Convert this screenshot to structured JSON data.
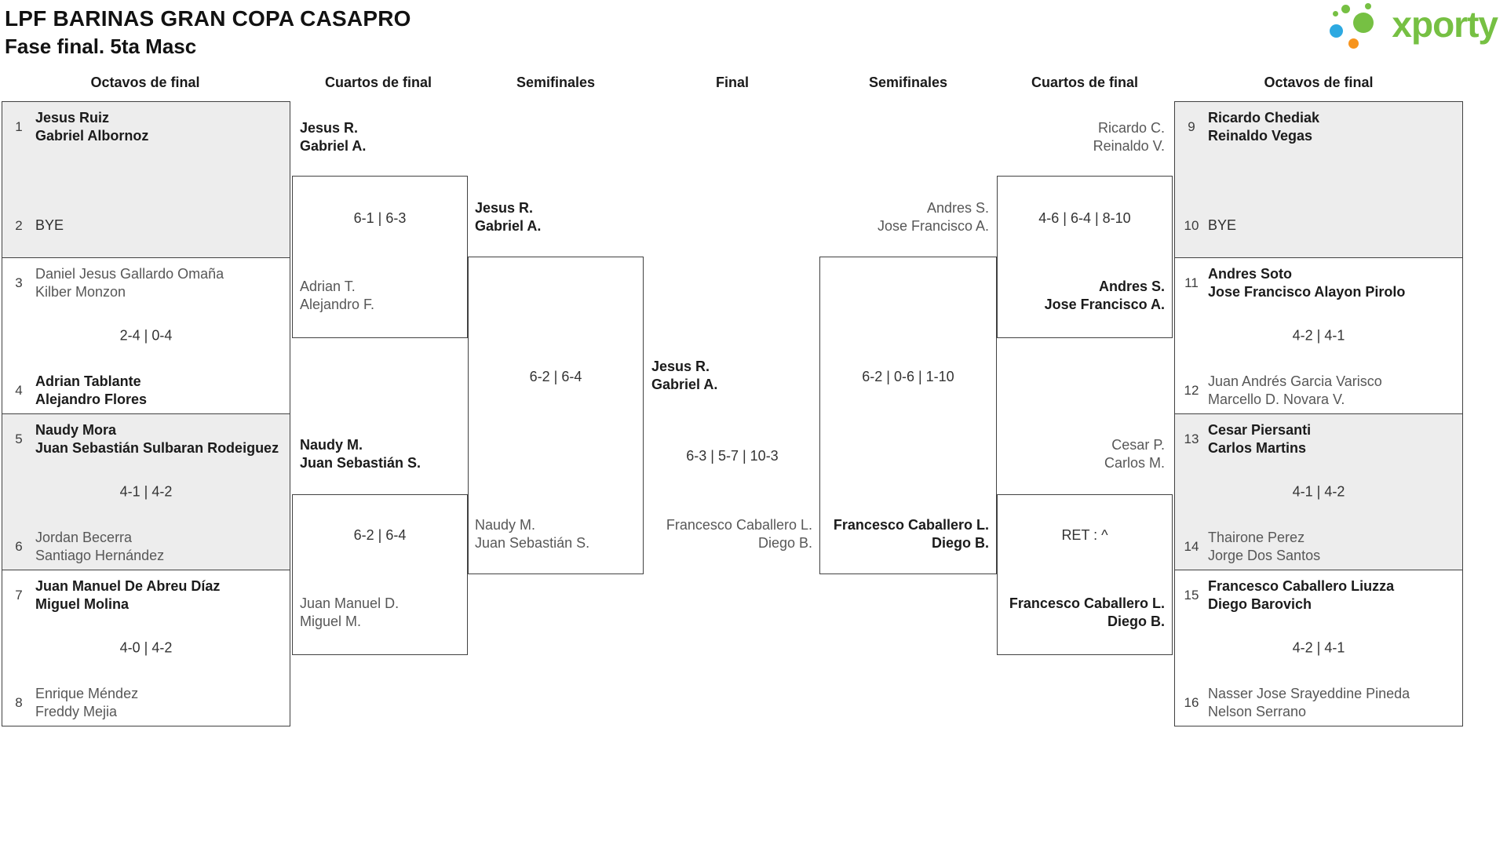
{
  "header": {
    "title": "LPF BARINAS GRAN COPA CASAPRO",
    "subtitle": "Fase final. 5ta Masc",
    "brand": "xporty"
  },
  "colors": {
    "brand_green": "#76c043",
    "brand_blue": "#2da9e1",
    "brand_orange": "#f7941d",
    "shaded_box": "#ededed",
    "border": "#414141"
  },
  "round_headers": [
    "Octavos de final",
    "Cuartos de final",
    "Semifinales",
    "Final",
    "Semifinales",
    "Cuartos de final",
    "Octavos de final"
  ],
  "octavos_left": {
    "matches": [
      {
        "seed_top": "1",
        "top1": "Jesus Ruiz",
        "top2": "Gabriel Albornoz",
        "seed_bottom": "2",
        "bottom1": "BYE",
        "bottom2": "",
        "score": ""
      },
      {
        "seed_top": "3",
        "top1": "Daniel Jesus Gallardo Omaña",
        "top2": "Kilber Monzon",
        "seed_bottom": "4",
        "bottom1": "Adrian Tablante",
        "bottom2": "Alejandro Flores",
        "score": "2-4 | 0-4"
      },
      {
        "seed_top": "5",
        "top1": "Naudy Mora",
        "top2": "Juan Sebastián Sulbaran Rodeiguez",
        "seed_bottom": "6",
        "bottom1": "Jordan Becerra",
        "bottom2": "Santiago Hernández",
        "score": "4-1 | 4-2"
      },
      {
        "seed_top": "7",
        "top1": "Juan Manuel De Abreu Díaz",
        "top2": "Miguel Molina",
        "seed_bottom": "8",
        "bottom1": "Enrique Méndez",
        "bottom2": "Freddy Mejia",
        "score": "4-0 | 4-2"
      }
    ]
  },
  "cuartos_left": {
    "matches": [
      {
        "top1": "Jesus R.",
        "top2": "Gabriel A.",
        "bottom1": "Adrian T.",
        "bottom2": "Alejandro F.",
        "score": "6-1 | 6-3"
      },
      {
        "top1": "Naudy M.",
        "top2": "Juan Sebastián S.",
        "bottom1": "Juan Manuel D.",
        "bottom2": "Miguel M.",
        "score": "6-2 | 6-4"
      }
    ]
  },
  "semifinal_left": {
    "top1": "Jesus R.",
    "top2": "Gabriel A.",
    "bottom1": "Naudy M.",
    "bottom2": "Juan Sebastián S.",
    "score": "6-2 | 6-4"
  },
  "final": {
    "top1": "Jesus R.",
    "top2": "Gabriel A.",
    "bottom1": "Francesco Caballero L.",
    "bottom2": "Diego B.",
    "score": "6-3 | 5-7 | 10-3"
  },
  "semifinal_right": {
    "top1": "Andres S.",
    "top2": "Jose Francisco A.",
    "bottom1": "Francesco Caballero L.",
    "bottom2": "Diego B.",
    "score": "6-2 | 0-6 | 1-10"
  },
  "cuartos_right": {
    "matches": [
      {
        "top1": "Ricardo C.",
        "top2": "Reinaldo V.",
        "bottom1": "Andres S.",
        "bottom2": "Jose Francisco A.",
        "score": "4-6 | 6-4 | 8-10"
      },
      {
        "top1": "Cesar P.",
        "top2": "Carlos M.",
        "bottom1": "Francesco Caballero L.",
        "bottom2": "Diego B.",
        "score": "RET : ^"
      }
    ]
  },
  "octavos_right": {
    "matches": [
      {
        "seed_top": "9",
        "top1": "Ricardo Chediak",
        "top2": "Reinaldo Vegas",
        "seed_bottom": "10",
        "bottom1": "BYE",
        "bottom2": "",
        "score": ""
      },
      {
        "seed_top": "11",
        "top1": "Andres Soto",
        "top2": "Jose Francisco Alayon Pirolo",
        "seed_bottom": "12",
        "bottom1": "Juan Andrés Garcia Varisco",
        "bottom2": "Marcello D. Novara V.",
        "score": "4-2 | 4-1"
      },
      {
        "seed_top": "13",
        "top1": "Cesar Piersanti",
        "top2": "Carlos Martins",
        "seed_bottom": "14",
        "bottom1": "Thairone Perez",
        "bottom2": "Jorge Dos Santos",
        "score": "4-1 | 4-2"
      },
      {
        "seed_top": "15",
        "top1": "Francesco Caballero Liuzza",
        "top2": "Diego Barovich",
        "seed_bottom": "16",
        "bottom1": "Nasser Jose Srayeddine Pineda",
        "bottom2": "Nelson Serrano",
        "score": "4-2 | 4-1"
      }
    ]
  }
}
